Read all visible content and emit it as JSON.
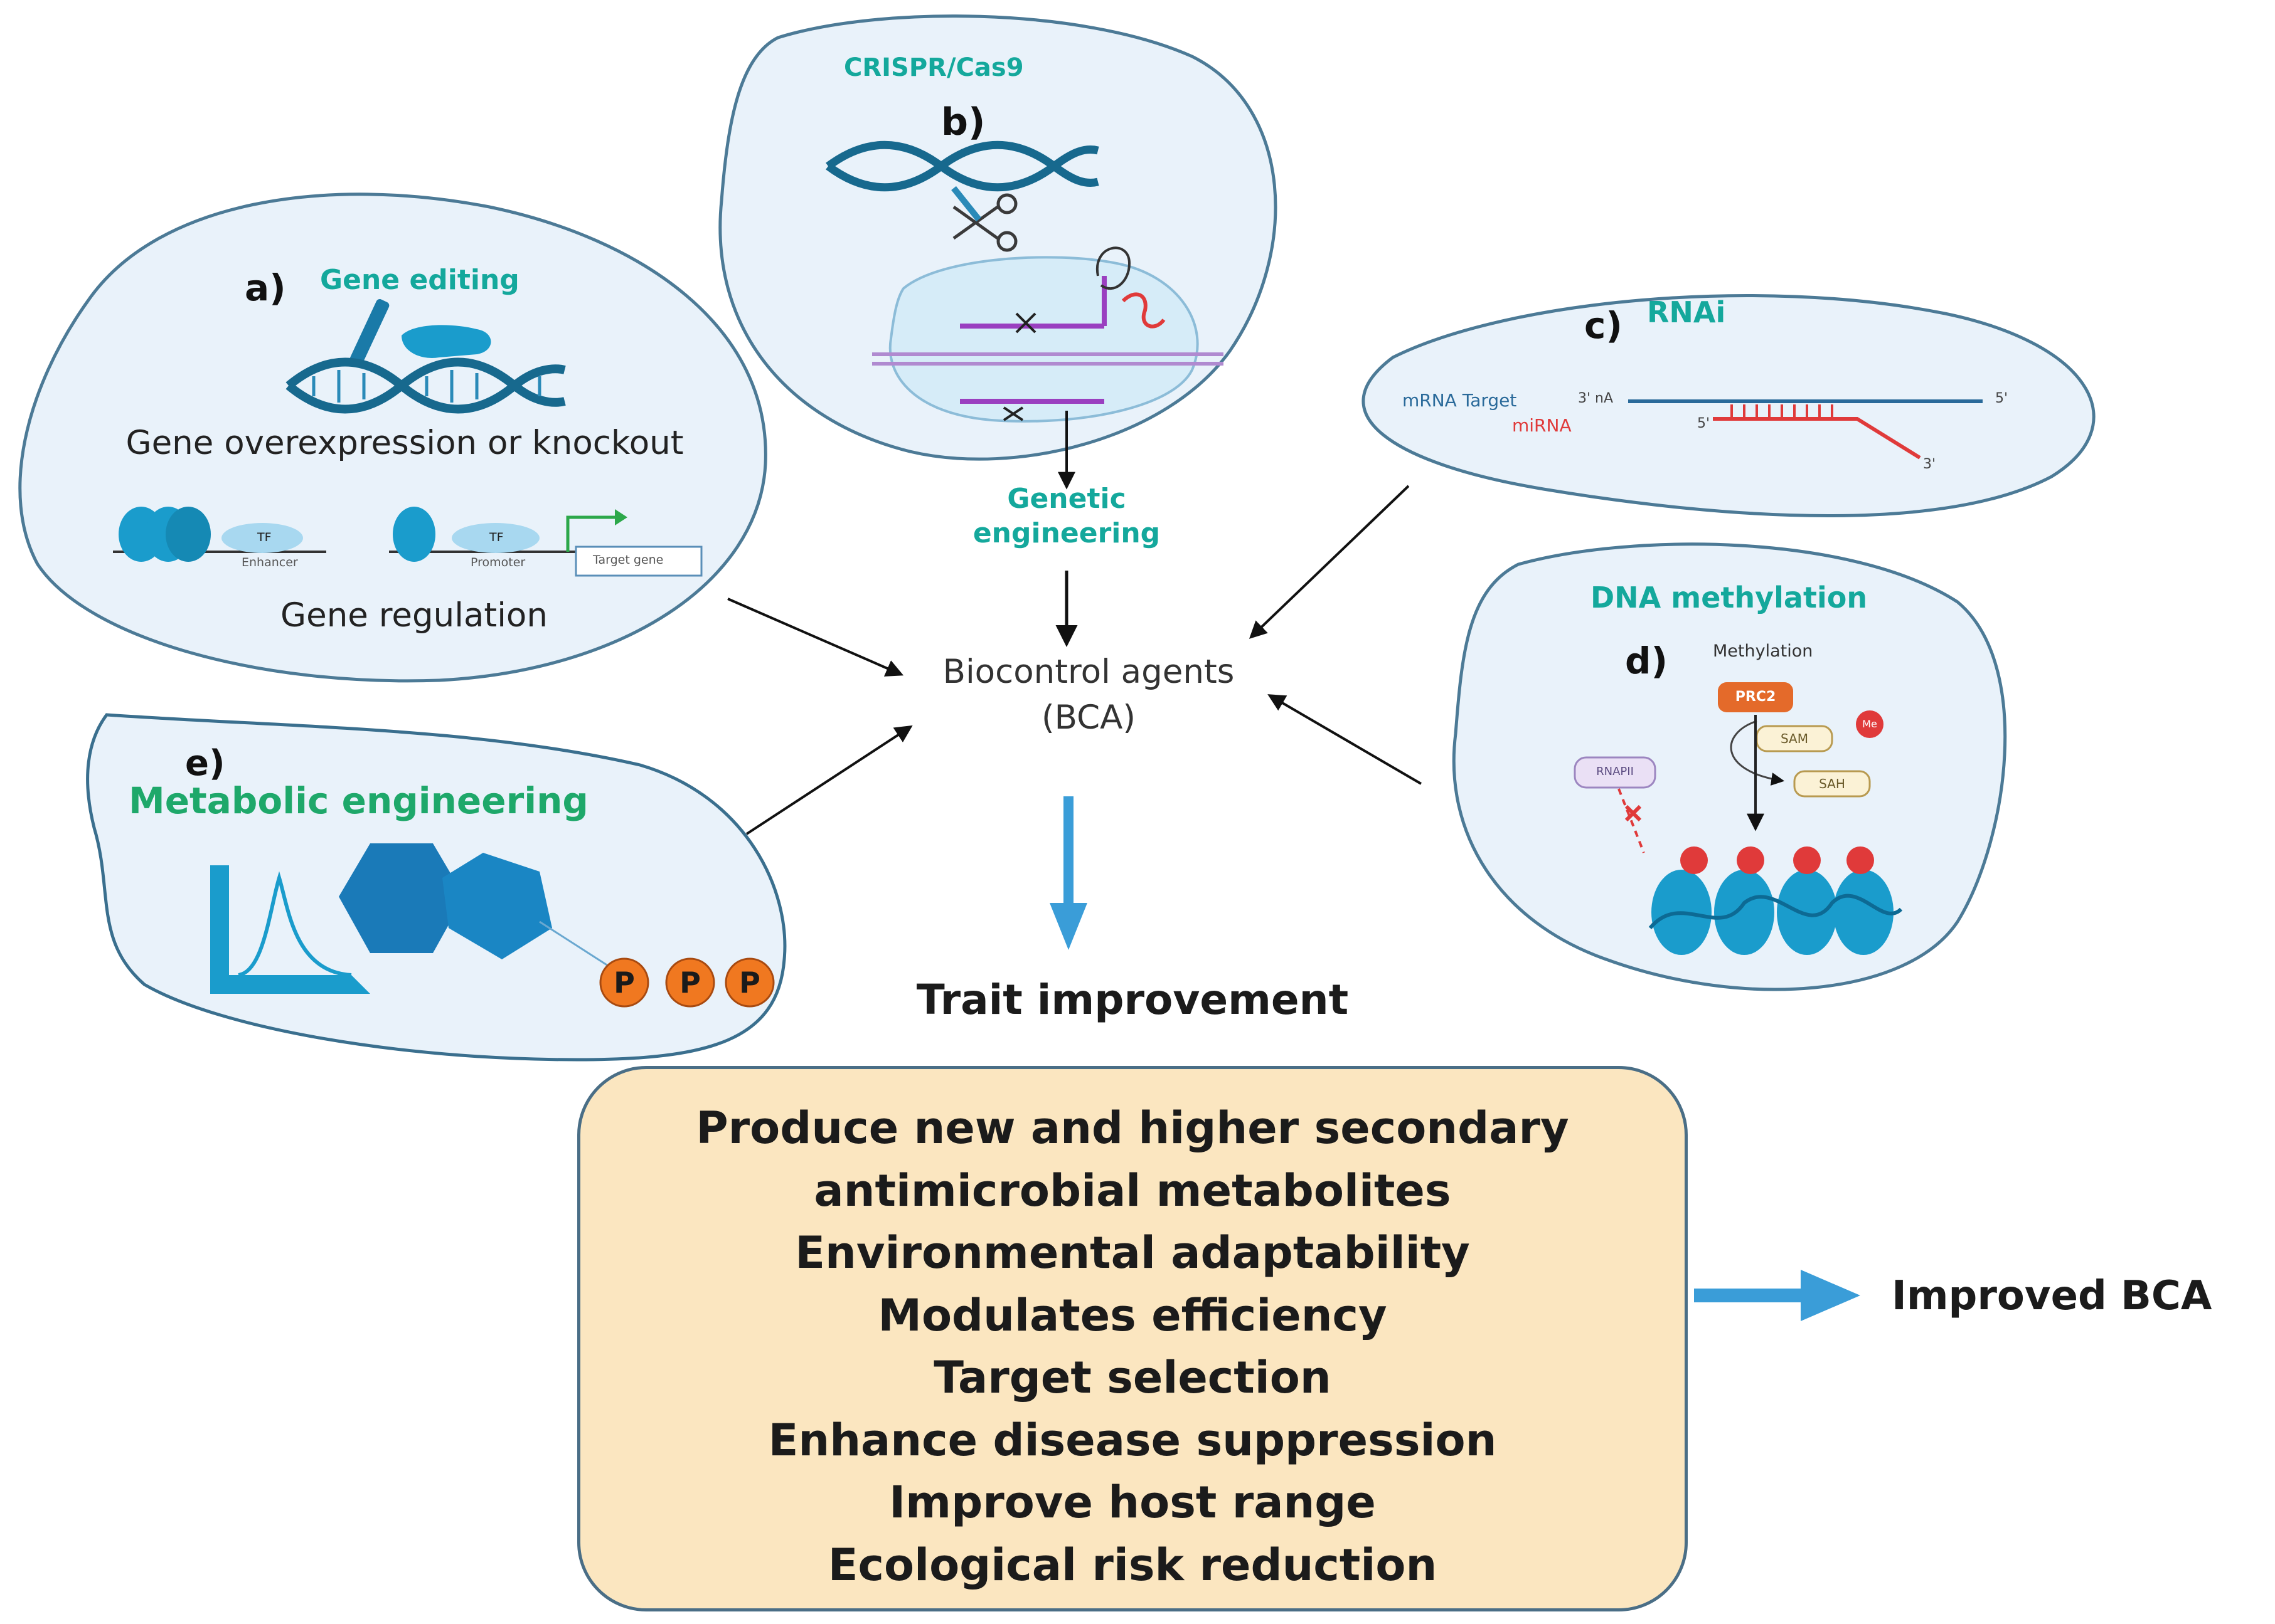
{
  "colors": {
    "bubble_fill": "#e9f2fa",
    "bubble_stroke": "#4c7a96",
    "teal": "#14a89c",
    "metabolic_green": "#1ea86a",
    "cyan_shape": "#1a9ccc",
    "phosphate_orange": "#f07820",
    "mirna_red": "#e03a3a",
    "blue_arrow": "#3a9dd8",
    "trait_box_fill": "#fbe6c0"
  },
  "panel_a": {
    "label": "a)",
    "title": "Gene editing",
    "caption_1": "Gene overexpression or knockout",
    "caption_2": "Gene regulation",
    "tf_1": "TF",
    "tf_2": "TF",
    "enhancer": "Enhancer",
    "promoter": "Promoter",
    "target_gene": "Target gene",
    "icons": [
      "hand-pen-icon",
      "dna-helix-icon",
      "nucleosome-icon"
    ]
  },
  "panel_b": {
    "label": "b)",
    "title": "CRISPR/Cas9",
    "caption": "Genetic\nengineering",
    "icons": [
      "dna-helix-icon",
      "scissors-icon",
      "cas9-complex-icon"
    ]
  },
  "panel_c": {
    "label": "c)",
    "title": "RNAi",
    "mrna_label": "mRNA Target",
    "mirna_label": "miRNA",
    "end_3_na": "3' nA",
    "end_5": "5'",
    "end_5b": "5'",
    "end_3": "3'"
  },
  "panel_d": {
    "label": "d)",
    "title": "DNA methylation",
    "subtitle": "Methylation",
    "prc2": "PRC2",
    "sam": "SAM",
    "sah": "SAH",
    "me": "Me",
    "rnapii": "RNAPII"
  },
  "panel_e": {
    "label": "e)",
    "title": "Metabolic engineering",
    "phosphates": [
      "P",
      "P",
      "P"
    ]
  },
  "center": {
    "bca_line1": "Biocontrol agents",
    "bca_line2": "(BCA)",
    "trait_improvement": "Trait improvement",
    "improved_bca": "Improved BCA"
  },
  "traits": [
    "Produce new and higher secondary",
    "antimicrobial metabolites",
    "Environmental adaptability",
    "Modulates efficiency",
    "Target selection",
    "Enhance disease suppression",
    "Improve host range",
    "Ecological risk reduction"
  ]
}
